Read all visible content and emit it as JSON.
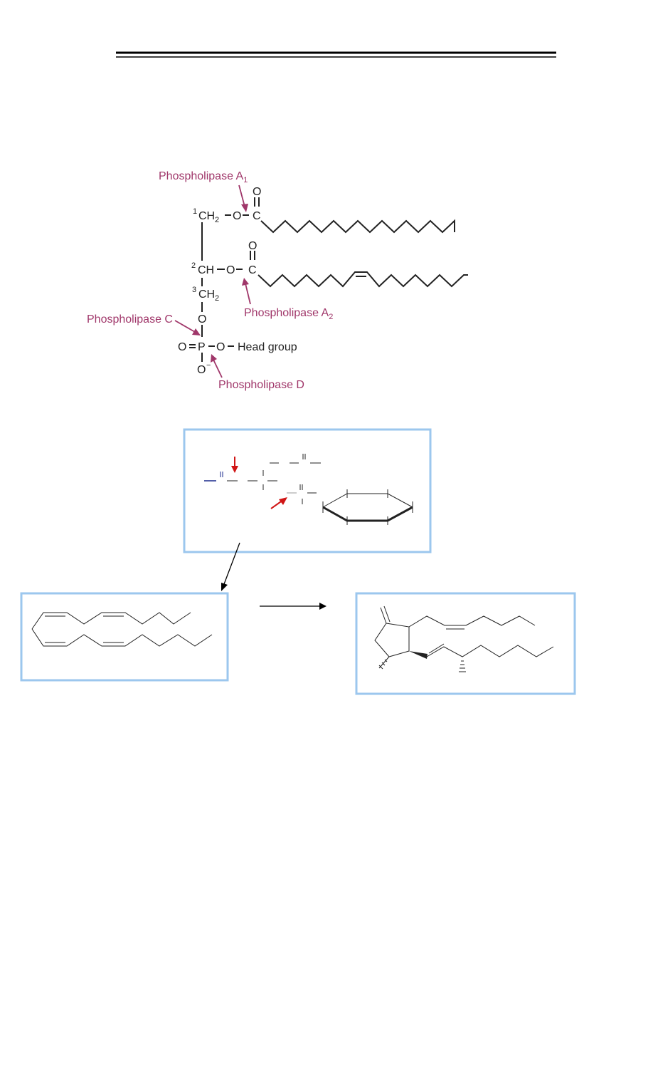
{
  "colors": {
    "enzyme_label": "#a0376a",
    "box_border": "#9cc7ee",
    "bond": "#222222",
    "red_arrow": "#d01515",
    "blue_bond": "#1a2a8c"
  },
  "phospholipid": {
    "enzymes": {
      "pla1": {
        "name": "Phospholipase A",
        "sub": "1"
      },
      "pla2": {
        "name": "Phospholipase A",
        "sub": "2"
      },
      "plc": "Phospholipase C",
      "pld": "Phospholipase D"
    },
    "atoms": {
      "c1_num": "1",
      "c1": "CH",
      "c1_sub": "2",
      "c2_num": "2",
      "c2": "CH",
      "c3_num": "3",
      "c3": "CH",
      "c3_sub": "2",
      "o": "O",
      "c": "C",
      "p": "P",
      "o_minus": "O",
      "minus": "−",
      "head_group": "Head group"
    }
  }
}
